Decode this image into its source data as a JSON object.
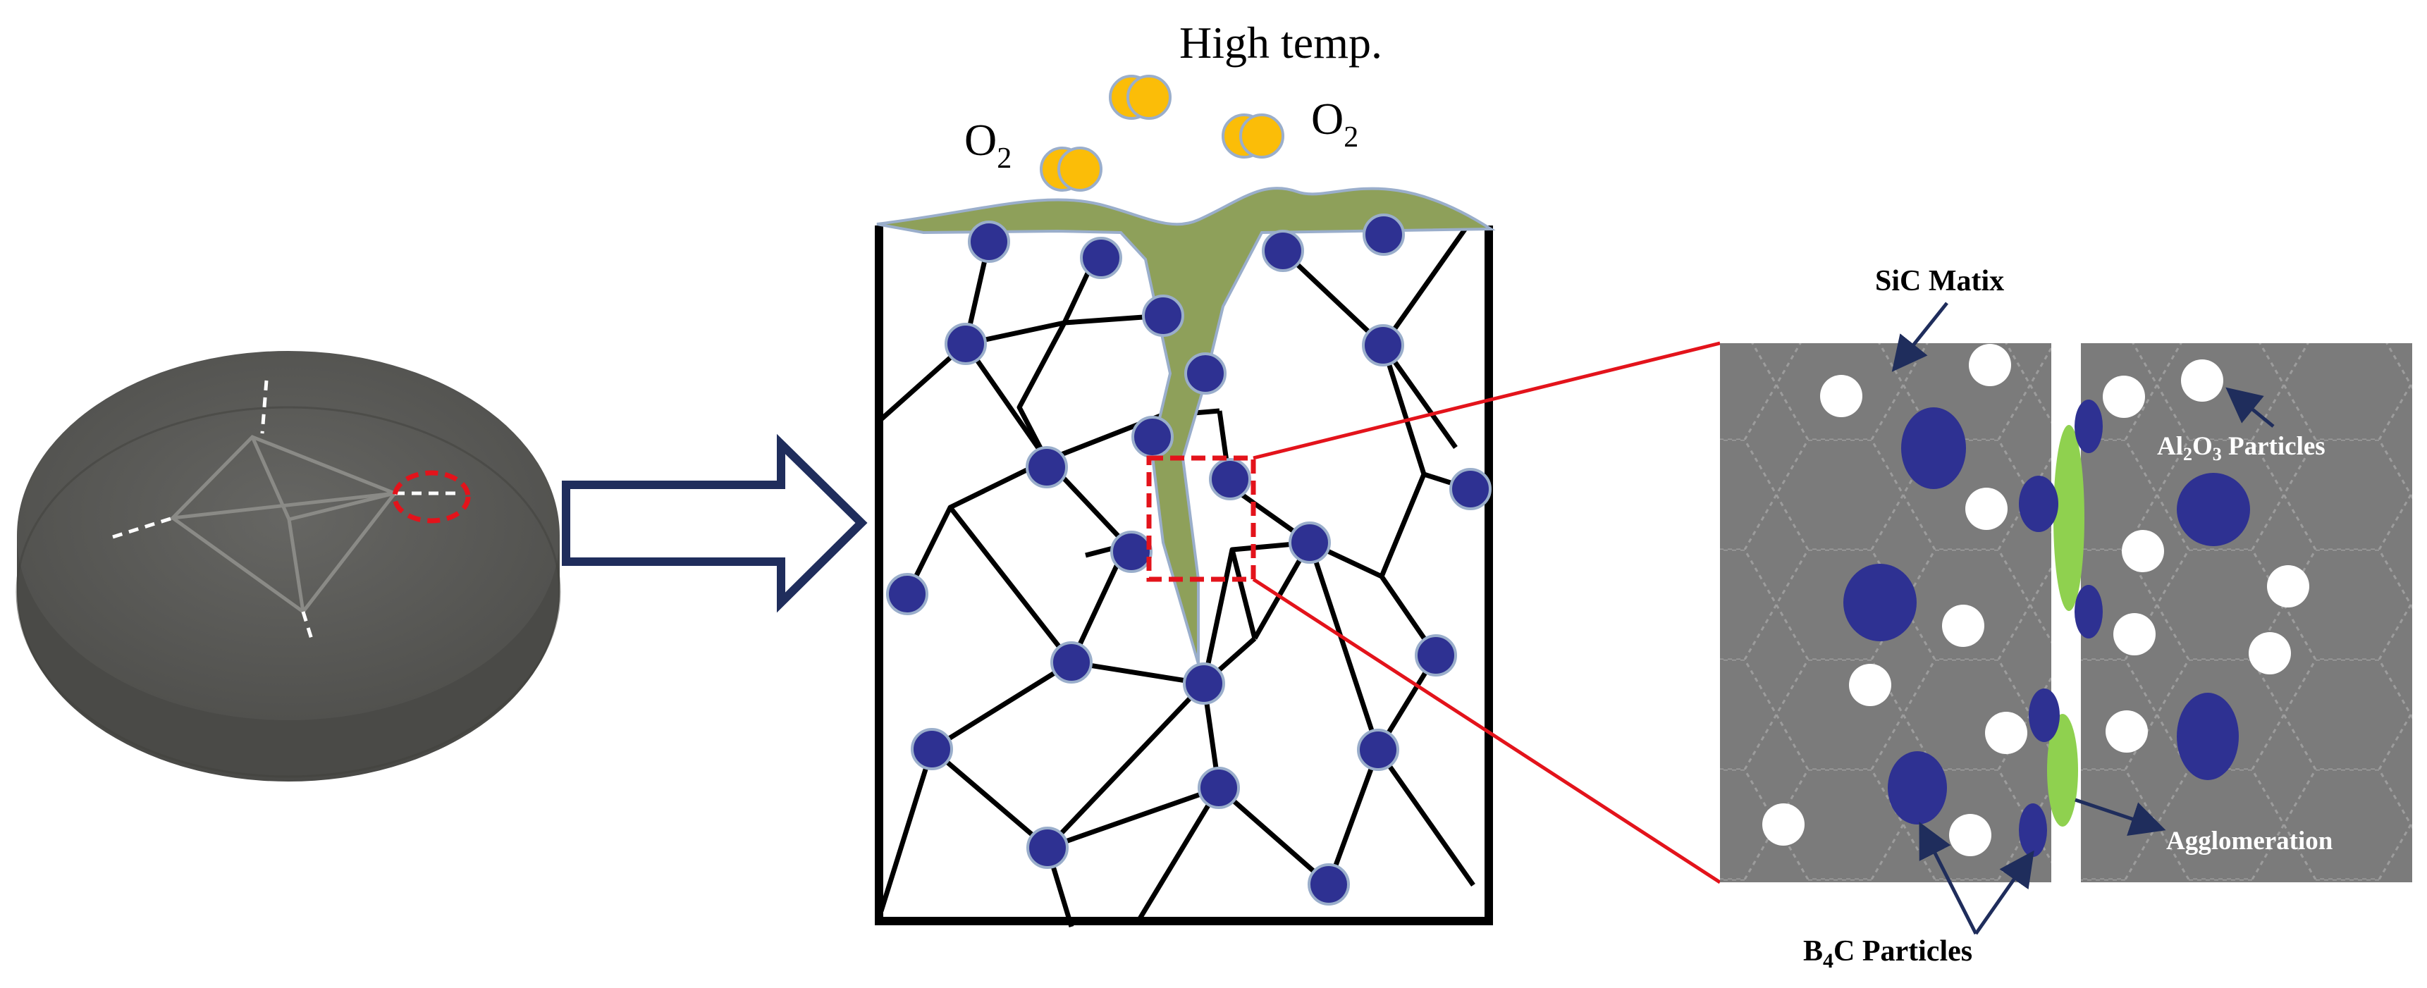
{
  "labels": {
    "high_temp": "High temp.",
    "o2_left": "O",
    "o2_left_sub": "2",
    "o2_right": "O",
    "o2_right_sub": "2",
    "sic_matrix": "SiC Matix",
    "al2o3_a": "Al",
    "al2o3_sub1": "2",
    "al2o3_b": "O",
    "al2o3_sub2": "3",
    "al2o3_c": " Particles",
    "agglomeration": "Agglomeration",
    "b4c_a": "B",
    "b4c_sub": "4",
    "b4c_c": "C Particles"
  },
  "colors": {
    "disc_top": "#5b5b58",
    "disc_side": "#4a4a47",
    "arrow_outline": "#1f2d5c",
    "oxide_layer": "#8ea05a",
    "b4c_particle": "#2e3192",
    "particle_outline": "#9aaecb",
    "o2_molecule": "#fbbd08",
    "zoom_box": "#e3131b",
    "sic_grain": "#7b7b7b",
    "agglomerate": "#8fd14f",
    "pointer": "#1f2d5c"
  },
  "icons": {
    "arrow": "right-arrow-icon",
    "o2": "o2-molecule-icon"
  }
}
